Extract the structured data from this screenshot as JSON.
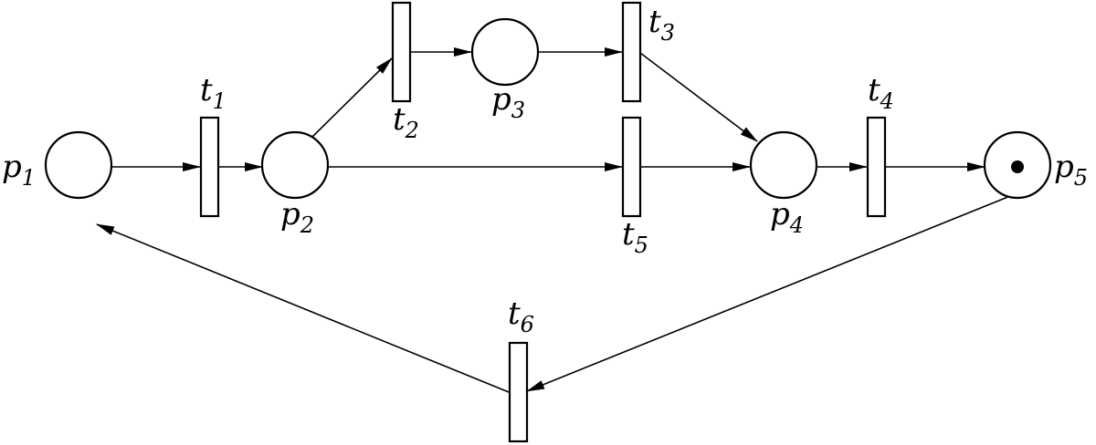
{
  "places": [
    {
      "id": "p1",
      "base": "p",
      "sub": "1",
      "tokens": 0
    },
    {
      "id": "p2",
      "base": "p",
      "sub": "2",
      "tokens": 0
    },
    {
      "id": "p3",
      "base": "p",
      "sub": "3",
      "tokens": 0
    },
    {
      "id": "p4",
      "base": "p",
      "sub": "4",
      "tokens": 0
    },
    {
      "id": "p5",
      "base": "p",
      "sub": "5",
      "tokens": 1
    }
  ],
  "transitions": [
    {
      "id": "t1",
      "base": "t",
      "sub": "1"
    },
    {
      "id": "t2",
      "base": "t",
      "sub": "2"
    },
    {
      "id": "t3",
      "base": "t",
      "sub": "3"
    },
    {
      "id": "t4",
      "base": "t",
      "sub": "4"
    },
    {
      "id": "t5",
      "base": "t",
      "sub": "5"
    },
    {
      "id": "t6",
      "base": "t",
      "sub": "6"
    }
  ],
  "arcs": [
    {
      "from": "p1",
      "to": "t1"
    },
    {
      "from": "t1",
      "to": "p2"
    },
    {
      "from": "p2",
      "to": "t2"
    },
    {
      "from": "t2",
      "to": "p3"
    },
    {
      "from": "p3",
      "to": "t3"
    },
    {
      "from": "t3",
      "to": "p4"
    },
    {
      "from": "p2",
      "to": "t5"
    },
    {
      "from": "t5",
      "to": "p4"
    },
    {
      "from": "p4",
      "to": "t4"
    },
    {
      "from": "t4",
      "to": "p5"
    },
    {
      "from": "p5",
      "to": "t6"
    },
    {
      "from": "t6",
      "to": "p1"
    }
  ]
}
